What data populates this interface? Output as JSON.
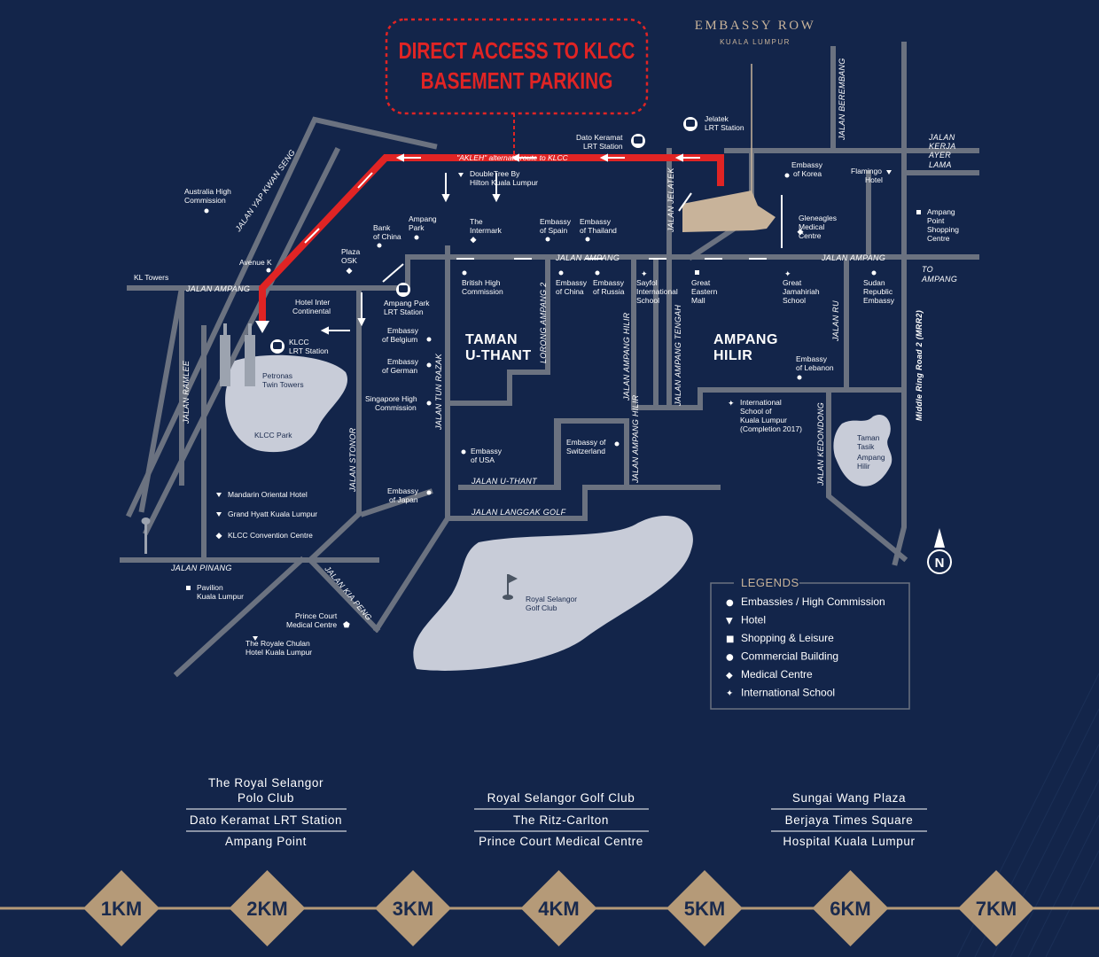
{
  "brand": {
    "name": "EMBASSY ROW",
    "sub": "KUALA LUMPUR"
  },
  "callout": {
    "line1": "DIRECT ACCESS TO KLCC",
    "line2": "BASEMENT PARKING"
  },
  "route_label": "\"AKLEH\" alternate route to KLCC",
  "roads": {
    "jalan_ampang_left": "JALAN AMPANG",
    "jalan_ampang_mid": "JALAN AMPANG",
    "jalan_ampang_right": "JALAN AMPANG",
    "jalan_yap_kwan_seng": "JALAN YAP KWAN SENG",
    "jalan_ramlee": "JALAN RAMLEE",
    "jalan_stonor": "JALAN STONOR",
    "jalan_tun_razak": "JALAN TUN RAZAK",
    "lorong_ampang_2": "LORONG AMPANG 2",
    "jalan_ampang_hilir": "JALAN AMPANG HILIR",
    "jalan_ampang_hilir_2": "JALAN AMPANG HILIR",
    "jalan_ampang_tengah": "JALAN AMPANG TENGAH",
    "jalan_jelatek": "JALAN JELATEK",
    "jalan_berembang": "JALAN BEREMBANG",
    "jalan_ru": "JALAN RU",
    "jalan_kedondong": "JALAN KEDONDONG",
    "jalan_u_thant": "JALAN U-THANT",
    "jalan_langgak_golf": "JALAN LANGGAK GOLF",
    "jalan_pinang": "JALAN PINANG",
    "jalan_kia_peng": "JALAN KIA PENG",
    "mrr2": "Middle Ring Road 2 (MRR2)",
    "jalan_kerja_ayer_lama": [
      "JALAN",
      "KERJA",
      "AYER",
      "LAMA"
    ],
    "to_ampang": [
      "TO",
      "AMPANG"
    ]
  },
  "areas": {
    "taman_u_thant": [
      "TAMAN",
      "U-THANT"
    ],
    "ampang_hilir": [
      "AMPANG",
      "HILIR"
    ]
  },
  "places": {
    "australia": [
      "Australia High",
      "Commission"
    ],
    "kl_towers": "KL Towers",
    "avenue_k": "Avenue K",
    "bank_china": [
      "Bank",
      "of China"
    ],
    "ampang_park": [
      "Ampang",
      "Park"
    ],
    "plaza_osk": [
      "Plaza",
      "OSK"
    ],
    "hotel_inter": [
      "Hotel Inter",
      "Continental"
    ],
    "ampang_park_lrt": [
      "Ampang Park",
      "LRT Station"
    ],
    "klcc_lrt": [
      "KLCC",
      "LRT Station"
    ],
    "petronas": [
      "Petronas",
      "Twin Towers"
    ],
    "klcc_park": "KLCC Park",
    "mandarin": "Mandarin Oriental Hotel",
    "grand_hyatt": "Grand Hyatt Kuala Lumpur",
    "klcc_convention": "KLCC Convention Centre",
    "pavilion": [
      "Pavilion",
      "Kuala Lumpur"
    ],
    "prince_court": [
      "Prince Court",
      "Medical Centre"
    ],
    "royale_chulan": [
      "The Royale Chulan",
      "Hotel Kuala Lumpur"
    ],
    "doubletree": [
      "DoubleTree By",
      "Hilton Kuala Lumpur"
    ],
    "intermark": [
      "The",
      "Intermark"
    ],
    "emb_spain": [
      "Embassy",
      "of Spain"
    ],
    "emb_thailand": [
      "Embassy",
      "of Thailand"
    ],
    "dato_keramat_lrt": [
      "Dato Keramat",
      "LRT Station"
    ],
    "jelatek_lrt": [
      "Jelatek",
      "LRT Station"
    ],
    "emb_korea": [
      "Embassy",
      "of Korea"
    ],
    "flamingo": [
      "Flamingo",
      "Hotel"
    ],
    "gleneagles": [
      "Gleneagles",
      "Medical",
      "Centre"
    ],
    "ampang_point": [
      "Ampang",
      "Point",
      "Shopping",
      "Centre"
    ],
    "british": [
      "British High",
      "Commission"
    ],
    "emb_china": [
      "Embassy",
      "of China"
    ],
    "emb_russia": [
      "Embassy",
      "of Russia"
    ],
    "sayfol": [
      "Sayfol",
      "International",
      "School"
    ],
    "great_eastern": [
      "Great",
      "Eastern",
      "Mall"
    ],
    "great_jamahiriah": [
      "Great",
      "Jamahiriah",
      "School"
    ],
    "sudan": [
      "Sudan",
      "Republic",
      "Embassy"
    ],
    "emb_belgium": [
      "Embassy",
      "of Belgium"
    ],
    "emb_german": [
      "Embassy",
      "of German"
    ],
    "singapore": [
      "Singapore High",
      "Commission"
    ],
    "emb_usa": [
      "Embassy",
      "of USA"
    ],
    "emb_japan": [
      "Embassy",
      "of Japan"
    ],
    "emb_switzerland": [
      "Embassy of",
      "Switzerland"
    ],
    "emb_lebanon": [
      "Embassy",
      "of Lebanon"
    ],
    "intl_school": [
      "International",
      "School of",
      "Kuala Lumpur",
      "(Completion 2017)"
    ],
    "taman_tasik": [
      "Taman",
      "Tasik",
      "Ampang",
      "Hilir"
    ],
    "royal_selangor_golf": [
      "Royal Selangor",
      "Golf Club"
    ]
  },
  "compass": "N",
  "legend": {
    "title": "LEGENDS",
    "items": [
      {
        "symbol": "●",
        "label": "Embassies / High Commission"
      },
      {
        "symbol": "▼",
        "label": "Hotel"
      },
      {
        "symbol": "■",
        "label": "Shopping & Leisure"
      },
      {
        "symbol": "●",
        "label": "Commercial Building"
      },
      {
        "symbol": "◆",
        "label": "Medical Centre"
      },
      {
        "symbol": "✦",
        "label": "International School"
      }
    ]
  },
  "distance_groups": [
    {
      "lines": [
        "The Royal Selangor",
        "Polo Club",
        "Dato Keramat LRT Station",
        "Ampang Point"
      ]
    },
    {
      "lines": [
        "Royal Selangor Golf Club",
        "The Ritz-Carlton",
        "Prince Court Medical Centre"
      ]
    },
    {
      "lines": [
        "Sungai Wang Plaza",
        "Berjaya Times Square",
        "Hospital Kuala Lumpur"
      ]
    }
  ],
  "scale": [
    "1KM",
    "2KM",
    "3KM",
    "4KM",
    "5KM",
    "6KM",
    "7KM"
  ],
  "colors": {
    "background": "#13254a",
    "road": "#6b7280",
    "route": "#e02424",
    "gold": "#b59a78",
    "park": "#c8ccd8"
  }
}
